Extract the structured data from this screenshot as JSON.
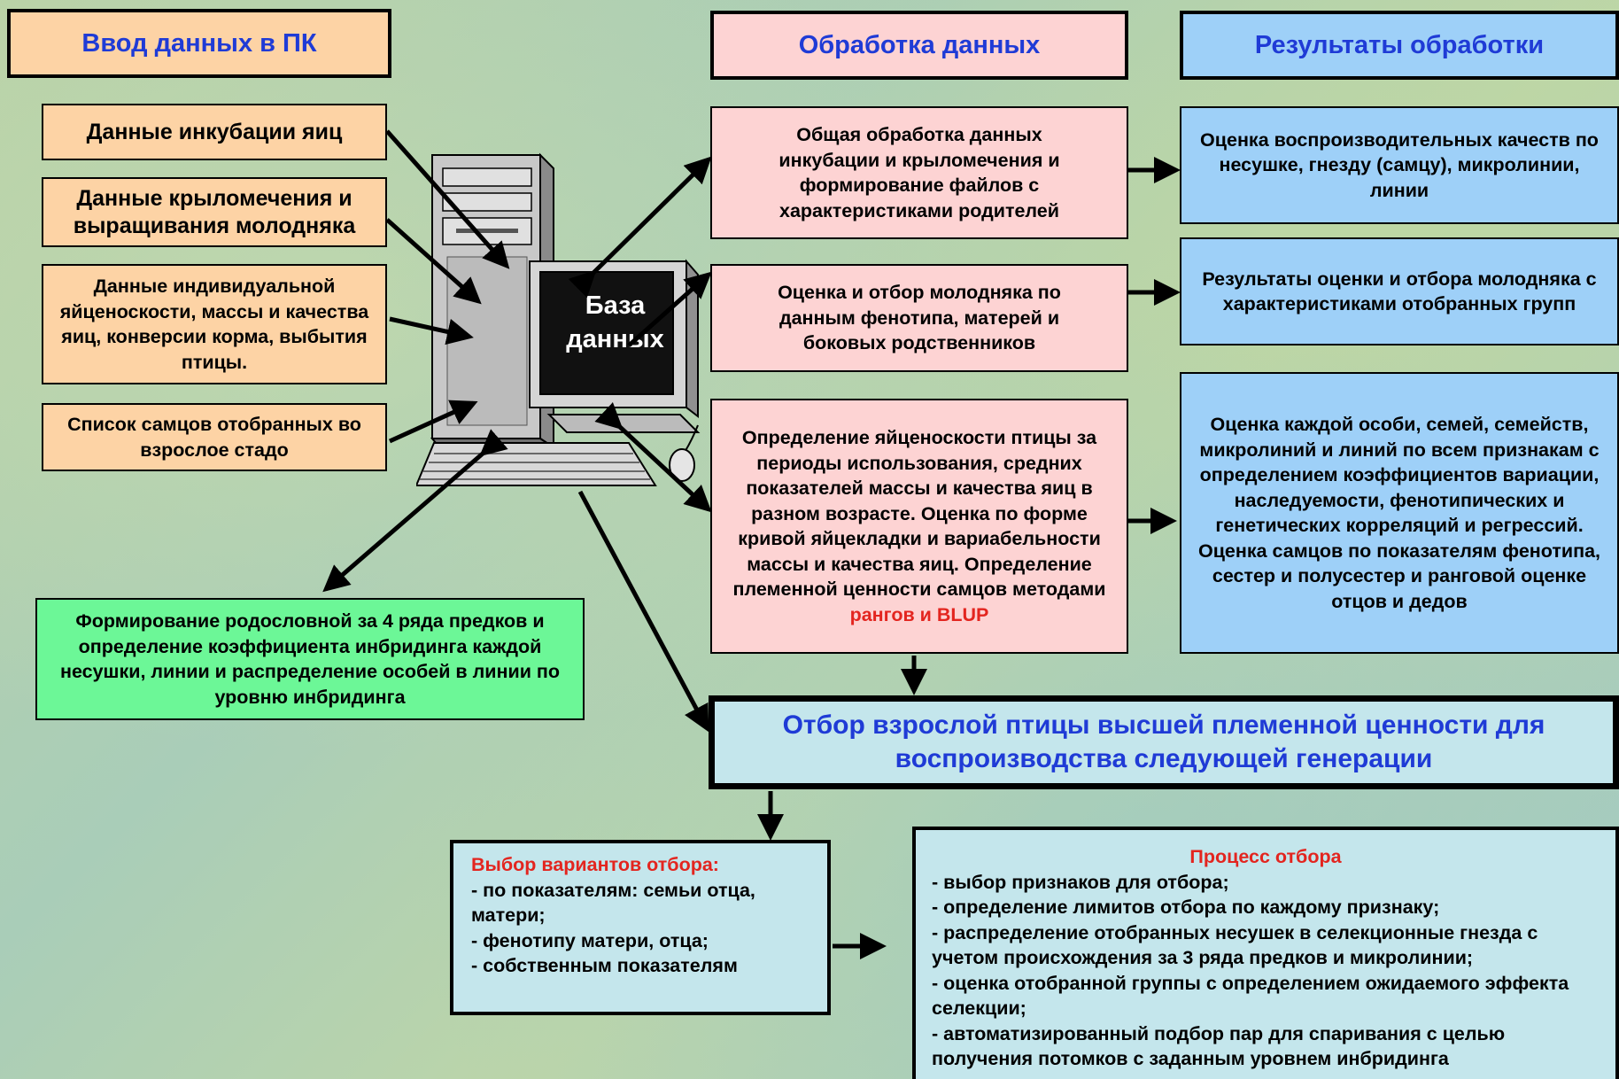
{
  "headers": {
    "input": "Ввод данных в ПК",
    "processing": "Обработка данных",
    "results": "Результаты обработки"
  },
  "input_boxes": [
    "Данные инкубации яиц",
    "Данные крыломечения и выращивания молодняка",
    "Данные индивидуальной яйценоскости, массы и качества яиц, конверсии корма, выбытия птицы.",
    "Список самцов отобранных во взрослое стадо"
  ],
  "database_label": "База данных",
  "pedigree_box": "Формирование родословной за 4 ряда предков и определение коэффициента инбридинга каждой несушки, линии и распределение особей в линии по уровню инбридинга",
  "processing_boxes": {
    "p1": "Общая обработка данных инкубации и крыломечения и формирование файлов с характеристиками родителей",
    "p2": "Оценка и отбор молодняка по данным фенотипа, матерей и боковых родственников",
    "p3_main": "Определение яйценоскости птицы за периоды использования, средних показателей массы и качества яиц в разном возрасте. Оценка по форме кривой яйцекладки и вариабельности массы и качества яиц. Определение племенной ценности самцов методами ",
    "p3_red": "рангов и BLUP"
  },
  "result_boxes": {
    "r1": "Оценка воспроизводительных качеств по несушке, гнезду (самцу), микролинии, линии",
    "r2": "Результаты оценки и отбора молодняка с характеристиками отобранных групп",
    "r3": "Оценка каждой особи, семей, семейств, микролиний и линий по всем признакам с определением коэффициентов вариации, наследуемости, фенотипических и генетических корреляций и регрессий. Оценка самцов по показателям фенотипа, сестер и полусестер и ранговой оценке отцов и дедов"
  },
  "selection_box": "Отбор взрослой птицы высшей племенной ценности для воспроизводства следующей генерации",
  "variants_box": {
    "title": "Выбор вариантов отбора:",
    "lines": [
      "- по показателям: семьи отца, матери;",
      "- фенотипу матери, отца;",
      "- собственным показателям"
    ]
  },
  "process_box": {
    "title": "Процесс отбора",
    "lines": [
      "-  выбор признаков для отбора;",
      "-  определение лимитов отбора по каждому признаку;",
      "-  распределение отобранных несушек в селекционные гнезда с учетом происхождения за 3 ряда предков и микролинии;",
      "-  оценка отобранной группы с определением ожидаемого эффекта селекции;",
      "-  автоматизированный подбор пар для спаривания с целью получения потомков с заданным уровнем инбридинга"
    ]
  },
  "colors": {
    "header_text": "#1f3bd6",
    "orange": "#fdd3a5",
    "pink": "#fdd3d3",
    "blue": "#9ed0f8",
    "green": "#6cf797",
    "cyan": "#c4e6ec",
    "red_text": "#e3251f"
  },
  "icons": [
    "computer-tower-icon",
    "monitor-icon",
    "keyboard-icon",
    "mouse-icon"
  ]
}
